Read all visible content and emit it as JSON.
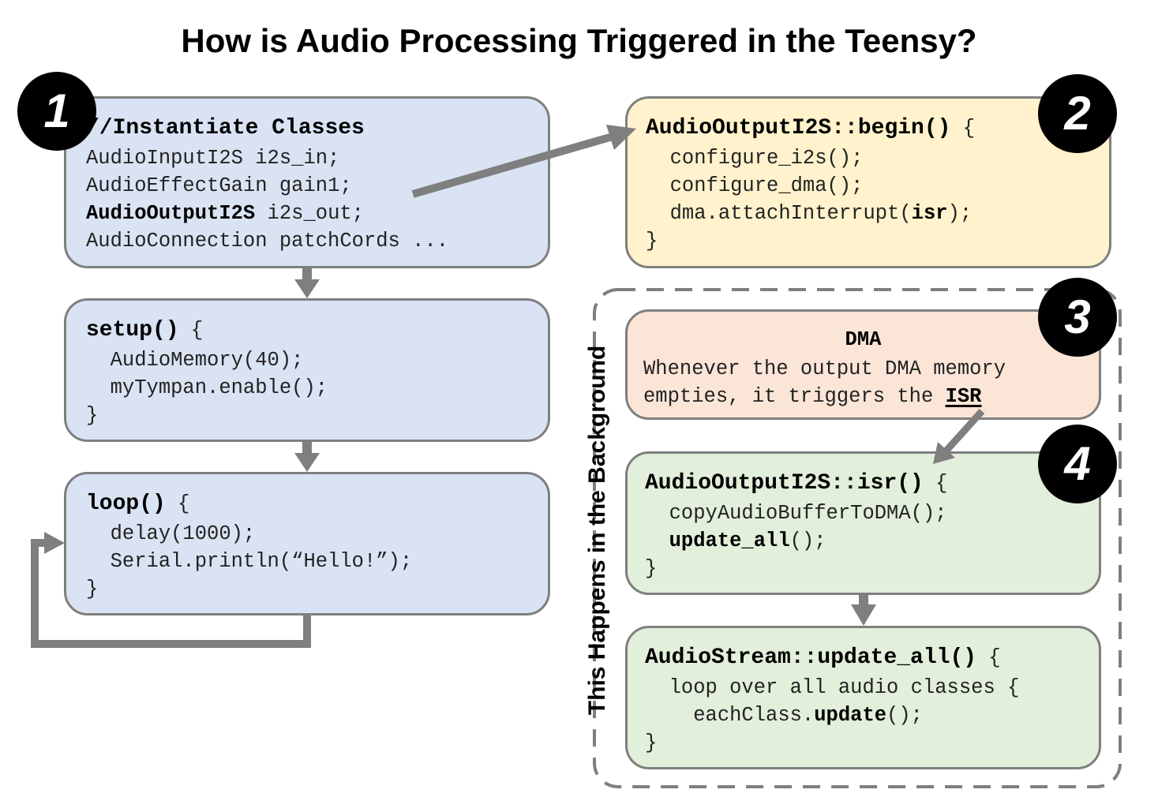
{
  "title": "How is Audio Processing Triggered in the Teensy?",
  "background_label": "This Happens in the Background",
  "badges": [
    "1",
    "2",
    "3",
    "4"
  ],
  "box1": {
    "heading": "//Instantiate Classes",
    "line1": "AudioInputI2S i2s_in;",
    "line2": "AudioEffectGain gain1;",
    "line3_bold": "AudioOutputI2S",
    "line3_rest": " i2s_out;",
    "line4": "AudioConnection patchCords ..."
  },
  "setup": {
    "heading": "setup()",
    "brace_open": " {",
    "line1": "  AudioMemory(40);",
    "line2": "  myTympan.enable();",
    "brace_close": "}"
  },
  "loop": {
    "heading": "loop()",
    "brace_open": " {",
    "line1": "  delay(1000);",
    "line2": "  Serial.println(“Hello!”);",
    "brace_close": "}"
  },
  "begin": {
    "heading": "AudioOutputI2S::begin()",
    "brace_open": " {",
    "line1": "  configure_i2s();",
    "line2": "  configure_dma();",
    "line3_pre": "  dma.attachInterrupt(",
    "line3_bold": "isr",
    "line3_post": ");",
    "brace_close": "}"
  },
  "dma": {
    "heading": "DMA",
    "line1": "Whenever the output DMA memory",
    "line2_pre": "empties, it triggers the ",
    "line2_bold": "ISR"
  },
  "isr": {
    "heading": "AudioOutputI2S::isr()",
    "brace_open": " {",
    "line1": "  copyAudioBufferToDMA();",
    "line2_pre": "  ",
    "line2_bold": "update_all",
    "line2_post": "();",
    "brace_close": "}"
  },
  "update_all": {
    "heading": "AudioStream::update_all()",
    "brace_open": " {",
    "line1": "  loop over all audio classes {",
    "line2_pre": "    eachClass.",
    "line2_bold": "update",
    "line2_post": "();",
    "brace_close": "}"
  },
  "colors": {
    "blue_box": "#dae3f3",
    "yellow_box": "#fff2cc",
    "peach_box": "#fbe5d6",
    "green_box": "#e2efda",
    "border": "#7f7f7f",
    "arrow": "#7f7f7f",
    "badge": "#000000"
  }
}
